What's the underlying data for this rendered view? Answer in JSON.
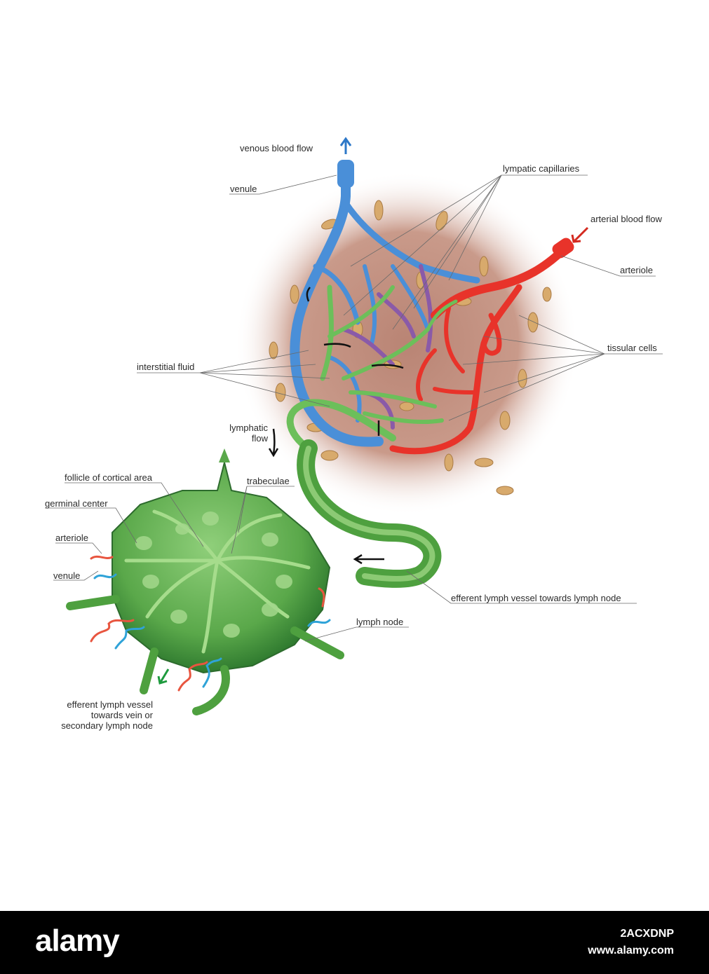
{
  "labels": {
    "venous_blood_flow": "venous blood flow",
    "venule_top": "venule",
    "lympatic_capillaries": "lympatic capillaries",
    "arterial_blood_flow": "arterial blood flow",
    "arteriole_top": "arteriole",
    "tissular_cells": "tissular cells",
    "interstitial_fluid": "interstitial fluid",
    "lymphatic_flow": "lymphatic\nflow",
    "follicle_of_cortical_area": "follicle of cortical area",
    "trabeculae": "trabeculae",
    "germinal_center": "germinal center",
    "arteriole_left": "arteriole",
    "venule_left": "venule",
    "efferent_towards_node": "efferent lymph vessel towards lymph node",
    "lymph_node": "lymph node",
    "efferent_towards_vein": "efferent lymph vessel\ntowards vein or\nsecondary lymph node"
  },
  "footer": {
    "brand": "alamy",
    "image_code": "2ACXDNP",
    "site": "www.alamy.com"
  },
  "colors": {
    "vein": "#4a8fd8",
    "artery": "#e8332a",
    "lymph": "#6cbf5a",
    "tissue": "#c88e7c",
    "cell": "#d6a86a"
  }
}
